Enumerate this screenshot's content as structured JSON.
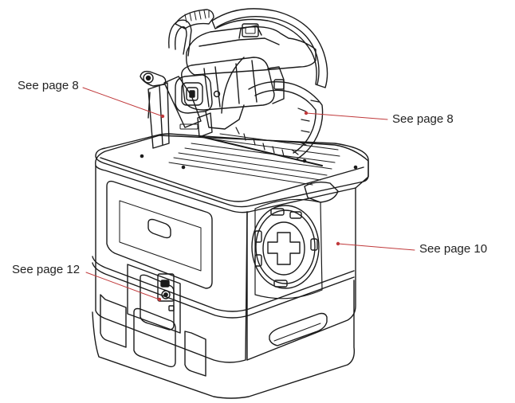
{
  "callouts": [
    {
      "id": "blade-guard",
      "label": "See page 8"
    },
    {
      "id": "blade",
      "label": "See page 8"
    },
    {
      "id": "side-wheel",
      "label": "See page 10"
    },
    {
      "id": "front-switch",
      "label": "See page 12"
    }
  ],
  "colors": {
    "leader": "#c0393b",
    "outline": "#1a1a1a",
    "text": "#222222"
  }
}
